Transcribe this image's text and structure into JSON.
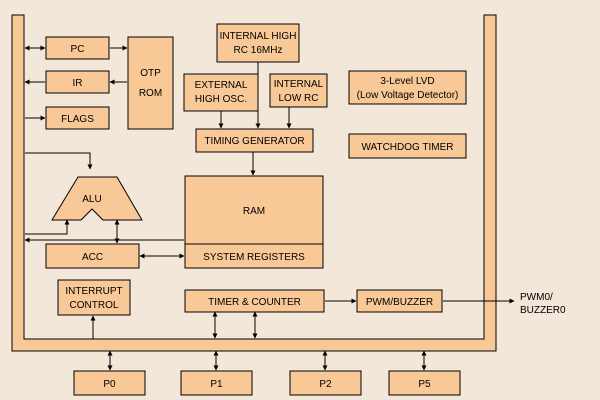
{
  "colors": {
    "background": "#f3e7da",
    "block_fill": "#f9c897",
    "stroke": "#000000"
  },
  "blocks": {
    "pc": "PC",
    "ir": "IR",
    "flags": "FLAGS",
    "otp_rom": [
      "OTP",
      "ROM"
    ],
    "internal_high_rc": [
      "INTERNAL HIGH",
      "RC 16MHz"
    ],
    "external_high_osc": [
      "EXTERNAL",
      "HIGH OSC."
    ],
    "internal_low_rc": [
      "INTERNAL",
      "LOW RC"
    ],
    "timing_generator": "TIMING GENERATOR",
    "lvd": [
      "3-Level LVD",
      "(Low Voltage Detector)"
    ],
    "watchdog_timer": "WATCHDOG TIMER",
    "alu": "ALU",
    "ram": "RAM",
    "system_registers": "SYSTEM REGISTERS",
    "acc": "ACC",
    "interrupt_control": [
      "INTERRUPT",
      "CONTROL"
    ],
    "timer_counter": "TIMER & COUNTER",
    "pwm_buzzer": "PWM/BUZZER",
    "ports": [
      "P0",
      "P1",
      "P2",
      "P5"
    ]
  },
  "outputs": {
    "pwm_output": [
      "PWM0/",
      "BUZZER0"
    ]
  }
}
